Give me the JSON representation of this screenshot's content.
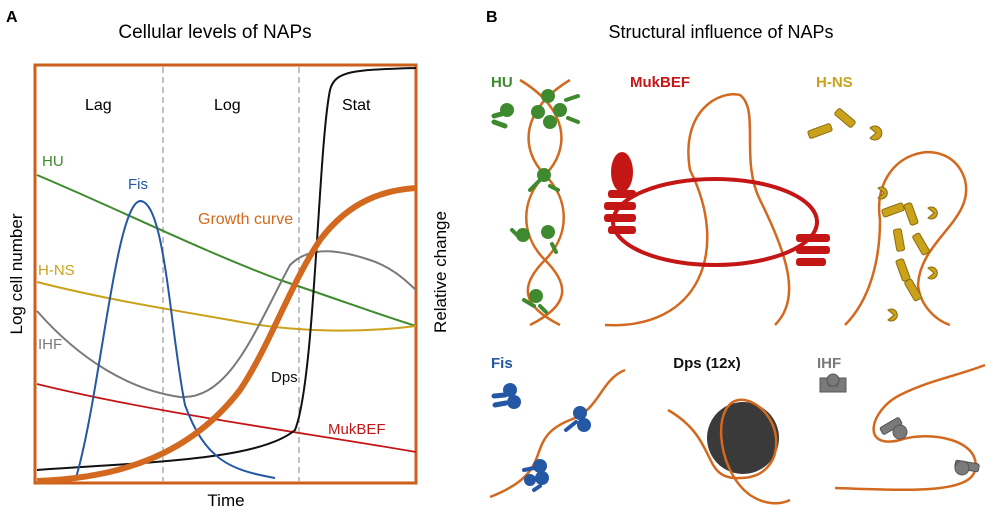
{
  "panel_a": {
    "letter": "A",
    "title": "Cellular levels of NAPs",
    "x_axis_label": "Time",
    "y_axis_left_label": "Log cell number",
    "y_axis_right_label": "Relative change",
    "phases": [
      "Lag",
      "Log",
      "Stat"
    ],
    "curve_labels": {
      "hu": "HU",
      "fis": "Fis",
      "hns": "H-NS",
      "ihf": "IHF",
      "growth": "Growth curve",
      "dps": "Dps",
      "mukbef": "MukBEF"
    }
  },
  "panel_b": {
    "letter": "B",
    "title": "Structural influence of NAPs",
    "labels": {
      "hu": "HU",
      "mukbef": "MukBEF",
      "hns": "H-NS",
      "fis": "Fis",
      "dps": "Dps (12x)",
      "ihf": "IHF"
    }
  },
  "colors": {
    "frame": "#cc5f1a",
    "dna": "#d2691e",
    "hu": "#3f8a2e",
    "fis": "#2457a4",
    "hns": "#c9a21a",
    "ihf": "#7a7a7a",
    "mukbef": "#c51616",
    "dps": "#3a3a3a",
    "stat": "#111111",
    "divider": "#a0a0a0"
  }
}
